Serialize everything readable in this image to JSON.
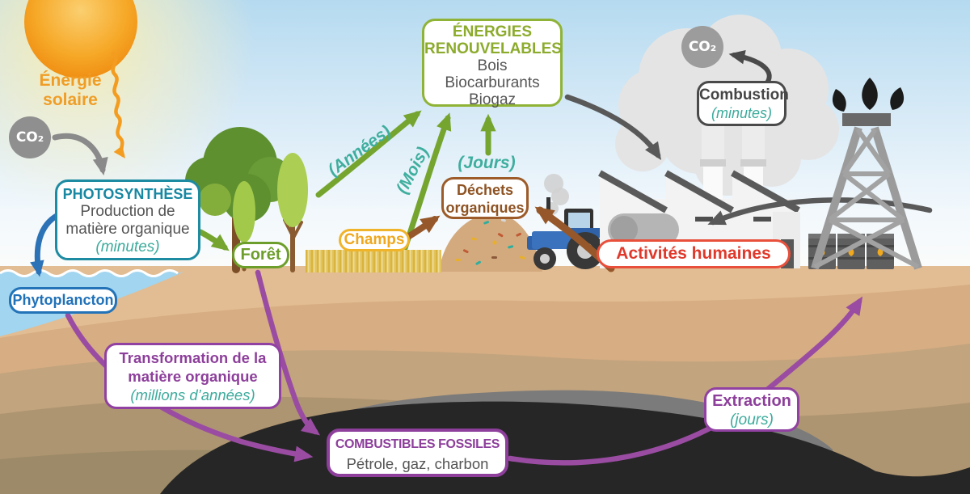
{
  "title": "Cycle du carbone et énergies (infographie)",
  "sun": {
    "label_line1": "Énergie",
    "label_line2": "solaire"
  },
  "co2_left": {
    "label": "CO₂"
  },
  "co2_right": {
    "label": "CO₂"
  },
  "boxes": {
    "photosynthese": {
      "title": "PHOTOSYNTHÈSE",
      "line1": "Production de",
      "line2": "matière organique",
      "duration": "(minutes)"
    },
    "phytoplancton": {
      "label": "Phytoplancton"
    },
    "foret": {
      "label": "Forêt"
    },
    "champs": {
      "label": "Champs"
    },
    "energies_renouvelables": {
      "title_line1": "ÉNERGIES",
      "title_line2": "RENOUVELABLES",
      "items": [
        "Bois",
        "Biocarburants",
        "Biogaz"
      ]
    },
    "dechets_organiques": {
      "line1": "Déchets",
      "line2": "organiques"
    },
    "combustion": {
      "title": "Combustion",
      "duration": "(minutes)"
    },
    "activites_humaines": {
      "label": "Activités humaines"
    },
    "transformation": {
      "line1": "Transformation de la",
      "line2": "matière organique",
      "duration": "(millions d’années)"
    },
    "combustibles_fossiles": {
      "title": "COMBUSTIBLES FOSSILES",
      "subtitle": "Pétrole, gaz, charbon"
    },
    "extraction": {
      "title": "Extraction",
      "duration": "(jours)"
    }
  },
  "arrow_labels": {
    "annees": "(Années)",
    "mois": "(Mois)",
    "jours": "(Jours)"
  },
  "colors": {
    "teal": "#1d8ba2",
    "time_teal": "#3cab9c",
    "green": "#8fb336",
    "forest_green": "#6d9e2b",
    "blue": "#2273b8",
    "yellow": "#f0b42a",
    "brown": "#9d5b29",
    "red": "#e8503c",
    "purple": "#8d3f9b",
    "dark_gray": "#4a4a4a",
    "orange": "#f09d26",
    "body_text": "#555555"
  }
}
